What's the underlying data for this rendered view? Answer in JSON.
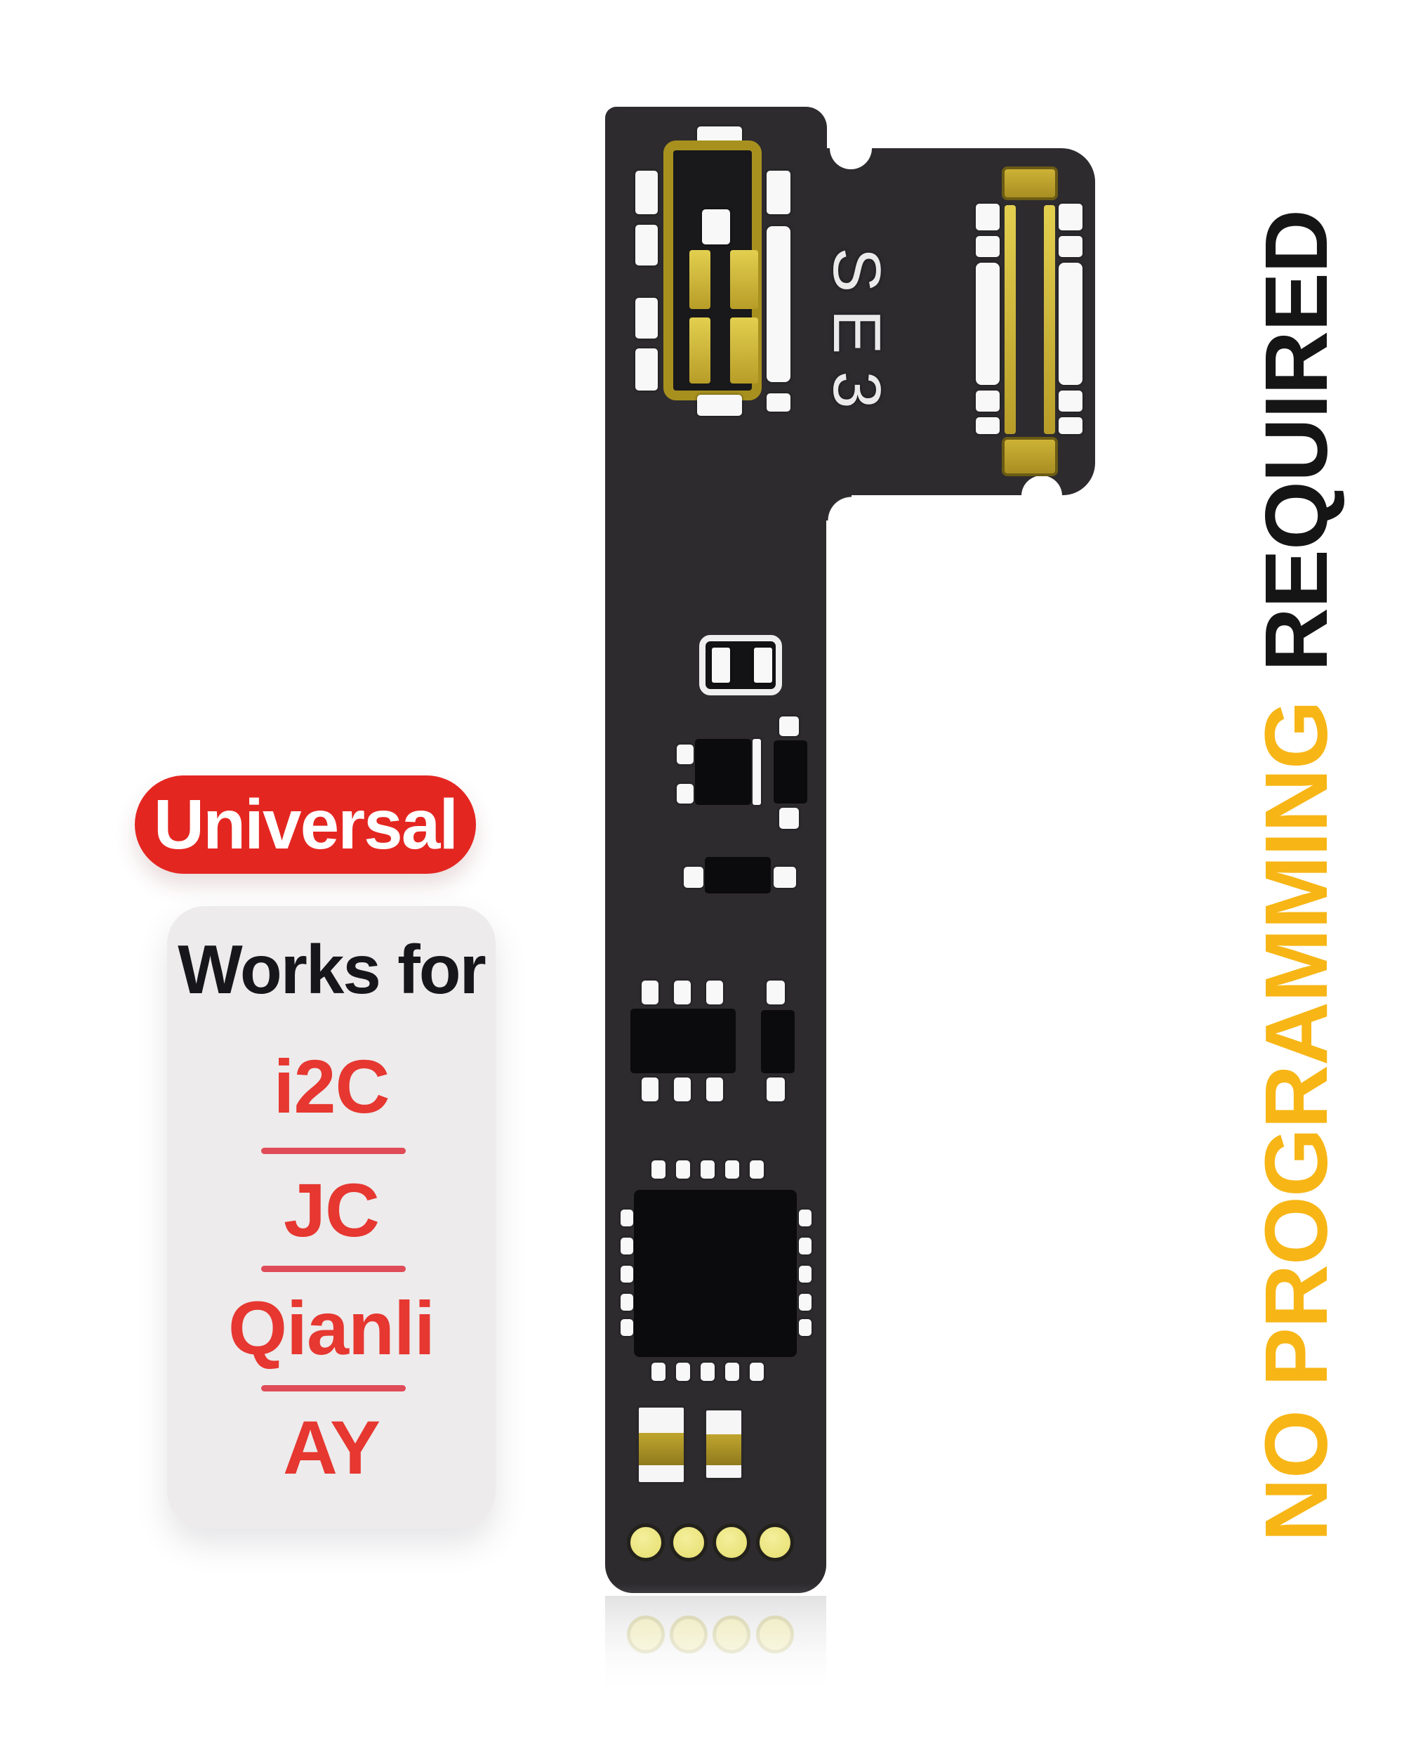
{
  "badge": {
    "label": "Universal"
  },
  "works_for": {
    "title": "Works for",
    "items": [
      "i2C",
      "JC",
      "Qianli",
      "AY"
    ]
  },
  "side_note": {
    "highlight": "NO PROGRAMMING",
    "rest": "REQUIRED"
  },
  "flex": {
    "model_label": "SE3"
  },
  "colors": {
    "badge_red": "#e42621",
    "item_red": "#e63730",
    "divider_red": "#df4b57",
    "highlight_yellow": "#f7b616",
    "note_black": "#151515",
    "panel_gray": "#edebec",
    "flex_body": "#2d2b2e",
    "gold": "#c0a62e",
    "gold_bright": "#e3cf4f",
    "contact_pale_gold": "#ece687",
    "pad_white": "#f8f8f8"
  }
}
